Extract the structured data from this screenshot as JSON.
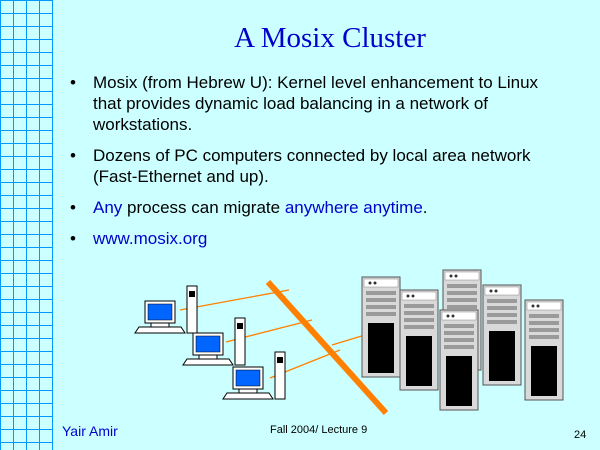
{
  "slide": {
    "title": "A Mosix Cluster",
    "bullets": [
      {
        "text": "Mosix  (from Hebrew U): Kernel level enhancement to Linux that provides dynamic load balancing in a network of workstations."
      },
      {
        "text": "Dozens of PC computers connected by local area network (Fast-Ethernet and up)."
      },
      {
        "part1": "Any",
        "part2": " process can migrate ",
        "part3": "anywhere anytime",
        "part4": "."
      },
      {
        "text": "www.mosix.org"
      }
    ],
    "bullet_symbol": "•",
    "footer": {
      "author": "Yair Amir",
      "course": "Fall 2004/ Lecture 9",
      "page": "24"
    }
  },
  "colors": {
    "background": "#ccffff",
    "grid": "#0099ff",
    "accent": "#0000cc",
    "network_line": "#ff8000",
    "server": "#d9d9d9"
  }
}
